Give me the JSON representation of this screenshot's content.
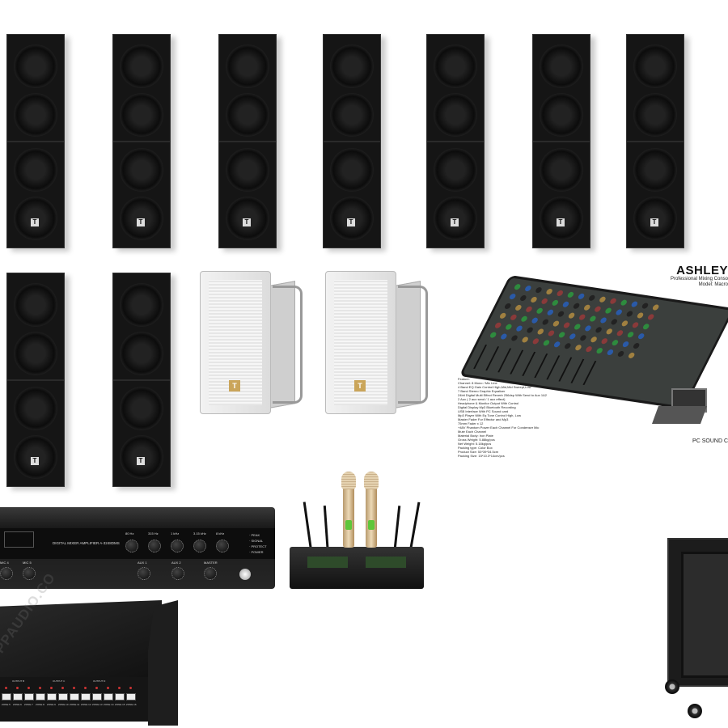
{
  "column_speakers": {
    "row1_count": 7,
    "row2_count": 2,
    "logo": "T",
    "color": "#151515"
  },
  "wall_speakers": {
    "count": 2,
    "logo": "T",
    "color": "#e8e8e8"
  },
  "mixer": {
    "brand": "ASHLEY",
    "subtitle": "Professional Mixing Conso",
    "model": "Model: Macro",
    "pc_caption": "PC SOUND C",
    "features": [
      "Feature:",
      "Channel: 8 Mono / Mic Line",
      "4 Band EQ Gain Control High,Mid,Mid Sweept,Low",
      "7 Band Stereo Graphic Equalizer",
      "24bit Digital Multi Effect Reverb 256dsp With Send to Aux 1&2",
      "2 Aux ( 2 aux send / 1 aux effect)",
      "Headphone & Monitor Output With Control",
      "Digital Display Mp3 Bluetooth Recording",
      "USB Interface With PC Sound card",
      "Mp3 Player With Eq Tone Control High, Low",
      "Master Fader For Effector and Mp3",
      "75mm Fader x 12",
      "+48V Phantom Power Each Channel For Condenser Mic",
      "Mute Each Channel",
      "Material Body: Iron Plate",
      "Gross Weight: 5.88kg/pcs",
      "Net Weight: 5.18kg/pcs",
      "Packing type: Color Box",
      "Product Size: 53*39*34.5cm",
      "Packing Size: 15*10.3*14cm/pcs"
    ]
  },
  "amplifier": {
    "title": "DIGITAL MIXER AMPLIFIER A-3248DMS",
    "eq_bands": [
      "80 Hz",
      "315 Hz",
      "1 kHz",
      "3.15 kHz",
      "8 kHz"
    ],
    "indicators": [
      "PEAK",
      "SIGNAL",
      "PROTECT",
      "POWER"
    ],
    "inputs": [
      "MIC 4",
      "MIC 5",
      "AUX 1",
      "AUX 2",
      "MASTER"
    ]
  },
  "zone_selector": {
    "groups": [
      "OUTPUT B",
      "OUTPUT C",
      "OUTPUT D"
    ],
    "zones": [
      "ZONE 5",
      "ZONE 6",
      "ZONE 7",
      "ZONE 8",
      "ZONE 9",
      "ZONE 10",
      "ZONE 11",
      "ZONE 12",
      "ZONE 13",
      "ZONE 14",
      "ZONE 15",
      "ZONE 16"
    ]
  },
  "watermark": "PPAUDIO.CO"
}
